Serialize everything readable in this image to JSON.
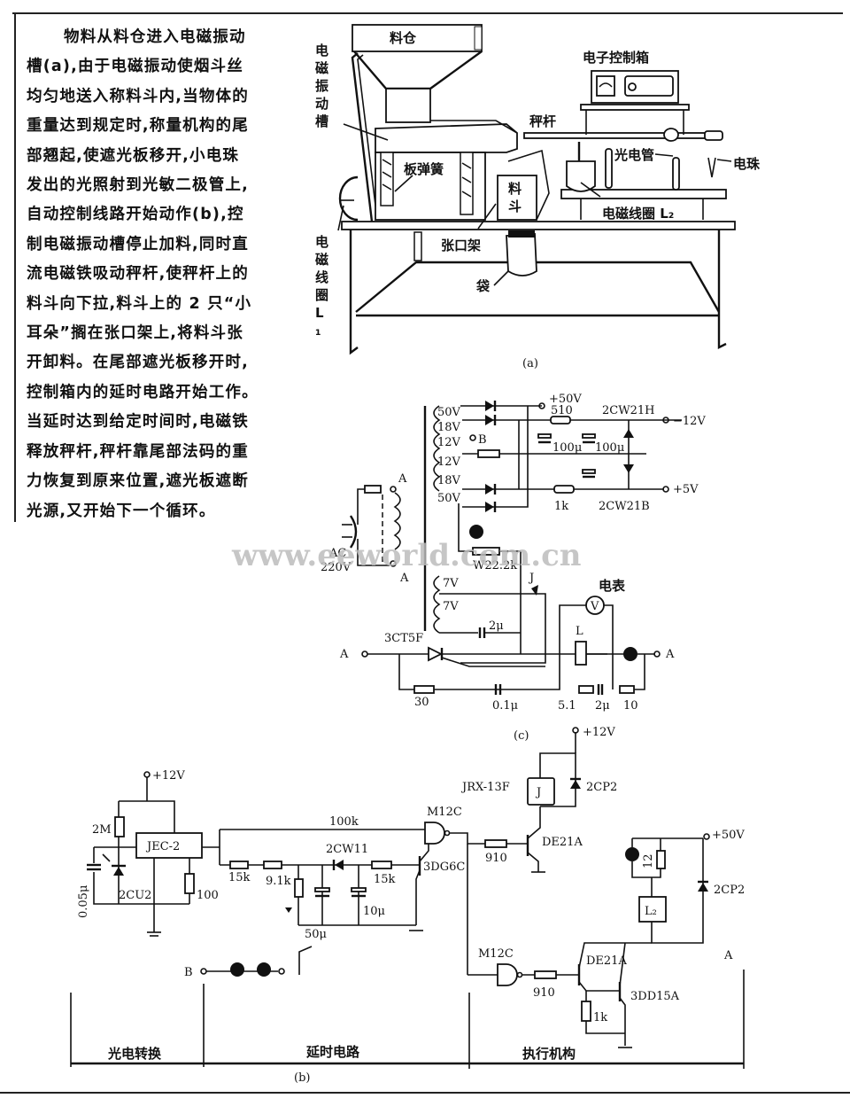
{
  "description": {
    "lines": [
      "物料从料仓进入电磁振动",
      "槽(a),由于电磁振动使烟斗丝",
      "均匀地送入称料斗内,当物体的",
      "重量达到规定时,称量机构的尾",
      "部翘起,使遮光板移开,小电珠",
      "发出的光照射到光敏二极管上,",
      "自动控制线路开始动作(b),控",
      "制电磁振动槽停止加料,同时直",
      "流电磁铁吸动秤杆,使秤杆上的",
      "料斗向下拉,料斗上的 2 只“小",
      "耳朵”搁在张口架上,将料斗张",
      "开卸料。在尾部遮光板移开时,",
      "控制箱内的延时电路开始工作。",
      "当延时达到给定时间时,电磁铁",
      "释放秤杆,秤杆靠尾部法码的重",
      "力恢复到原来位置,遮光板遮断",
      "光源,又开始下一个循环。"
    ]
  },
  "figure_a": {
    "caption": "(a)",
    "labels": {
      "hopper": "料仓",
      "vibrating_trough": "电磁振动槽",
      "leaf_spring": "板弹簧",
      "weighing_hopper": "料斗",
      "coil_l1": "电磁线圈L₁",
      "opening_frame": "张口架",
      "bag": "袋",
      "control_box": "电子控制箱",
      "scale_beam": "秤杆",
      "phototube": "光电管",
      "bulb": "电珠",
      "coil_l2": "电磁线圈 L₂"
    }
  },
  "figure_c": {
    "caption": "(c)",
    "transformer_taps": [
      "50V",
      "18V",
      "12V",
      "12V",
      "18V",
      "50V"
    ],
    "secondary_taps": [
      "7V",
      "7V"
    ],
    "terminals": {
      "plus50": "+50V",
      "minus12": "−12V",
      "plus5": "+5V",
      "b": "B",
      "a": "A",
      "ac": "AC",
      "ac_voltage": "220V"
    },
    "components": {
      "r510": "510",
      "c100a": "100μ",
      "c100b": "100μ",
      "zener_h": "2CW21H",
      "zener_b": "2CW21B",
      "r1k": "1k",
      "pot": "W22.2k",
      "relay_contact": "J",
      "cap2u": "2μ",
      "scr": "3CT5F",
      "meter": "电表",
      "meter_symbol": "V",
      "load": "L",
      "r30": "30",
      "c01": "0.1μ",
      "r51": "5.1",
      "c2u_b": "2μ",
      "r10": "10"
    }
  },
  "figure_b": {
    "caption": "(b)",
    "sections": [
      "光电转换",
      "延时电路",
      "执行机构"
    ],
    "terminals": {
      "plus12a": "+12V",
      "plus12b": "+12V",
      "plus50": "+50V",
      "b": "B",
      "a": "A"
    },
    "components": {
      "r2m": "2M",
      "c005": "0.05μ",
      "photodiode": "2CU2",
      "ic": "JEC-2",
      "r100": "100",
      "r100k": "100k",
      "r15k_a": "15k",
      "r91k": "9.1k",
      "zener": "2CW11",
      "r15k_b": "15k",
      "c10u": "10μ",
      "c50u": "50μ",
      "t1": "3DG6C",
      "gate1": "M12C",
      "gate2": "M12C",
      "r910a": "910",
      "r910b": "910",
      "t2": "DE21A",
      "t3": "DE21A",
      "t4": "3DD15A",
      "r1k": "1k",
      "relay_model": "JRX-13F",
      "relay": "J",
      "diode1": "2CP2",
      "diode2": "2CP2",
      "r12": "12",
      "coil": "L₂"
    }
  },
  "watermark": "www.eeworld.com.cn"
}
